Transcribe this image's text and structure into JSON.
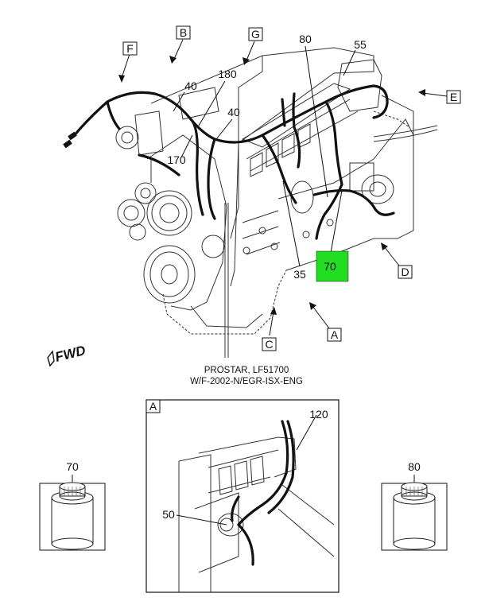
{
  "caption": {
    "line1": "PROSTAR, LF51700",
    "line2": "W/F-2002-N/EGR-ISX-ENG"
  },
  "fwd_label": "FWD",
  "views": [
    "F",
    "B",
    "G",
    "E",
    "D",
    "A",
    "C"
  ],
  "callouts_main": [
    "80",
    "55",
    "40",
    "180",
    "40",
    "170",
    "35",
    "70"
  ],
  "highlight": {
    "callout": "70",
    "color": "#22dd22"
  },
  "detail": {
    "view": "A",
    "callouts": [
      "120",
      "50"
    ]
  },
  "parts": [
    {
      "callout": "70",
      "icon": "adhesive-can-icon"
    },
    {
      "callout": "80",
      "icon": "adhesive-can-icon"
    }
  ]
}
